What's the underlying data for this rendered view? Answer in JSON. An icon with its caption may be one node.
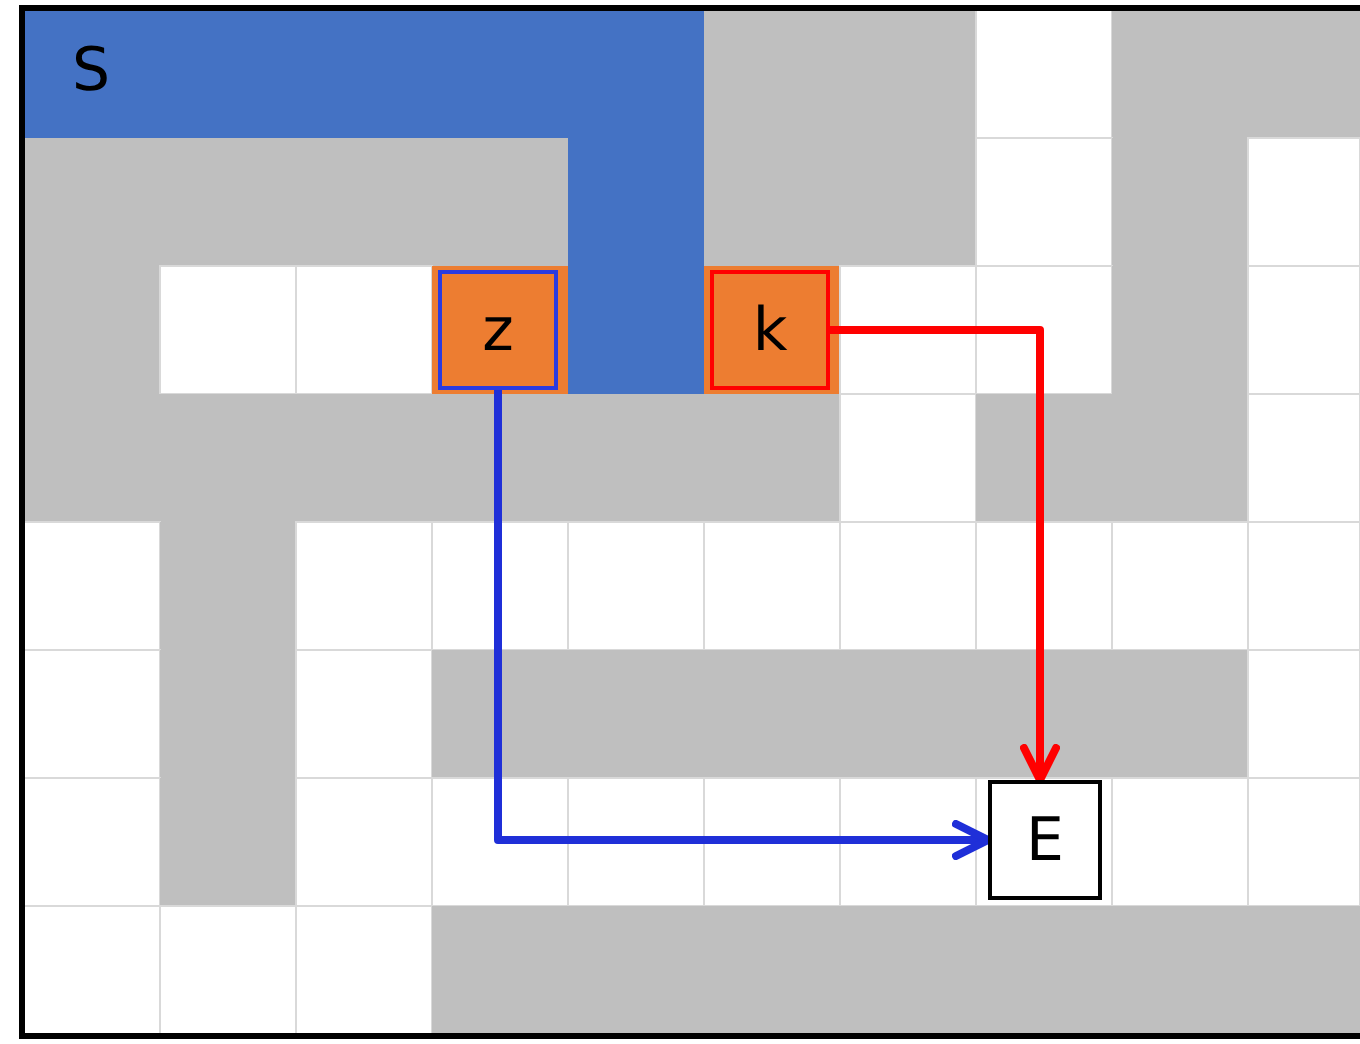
{
  "diagram": {
    "nodes": [
      {
        "text": [
          "z"
        ]
      },
      {
        "text": [
          "k"
        ]
      },
      {
        "text": [
          "E"
        ]
      }
    ],
    "edges": [
      {
        "from": 0,
        "to": 2,
        "arrow": "to",
        "color": "#1f2fd8"
      },
      {
        "from": 1,
        "to": 2,
        "arrow": "to",
        "color": "#ff0000"
      }
    ],
    "labels": [
      "S"
    ]
  }
}
